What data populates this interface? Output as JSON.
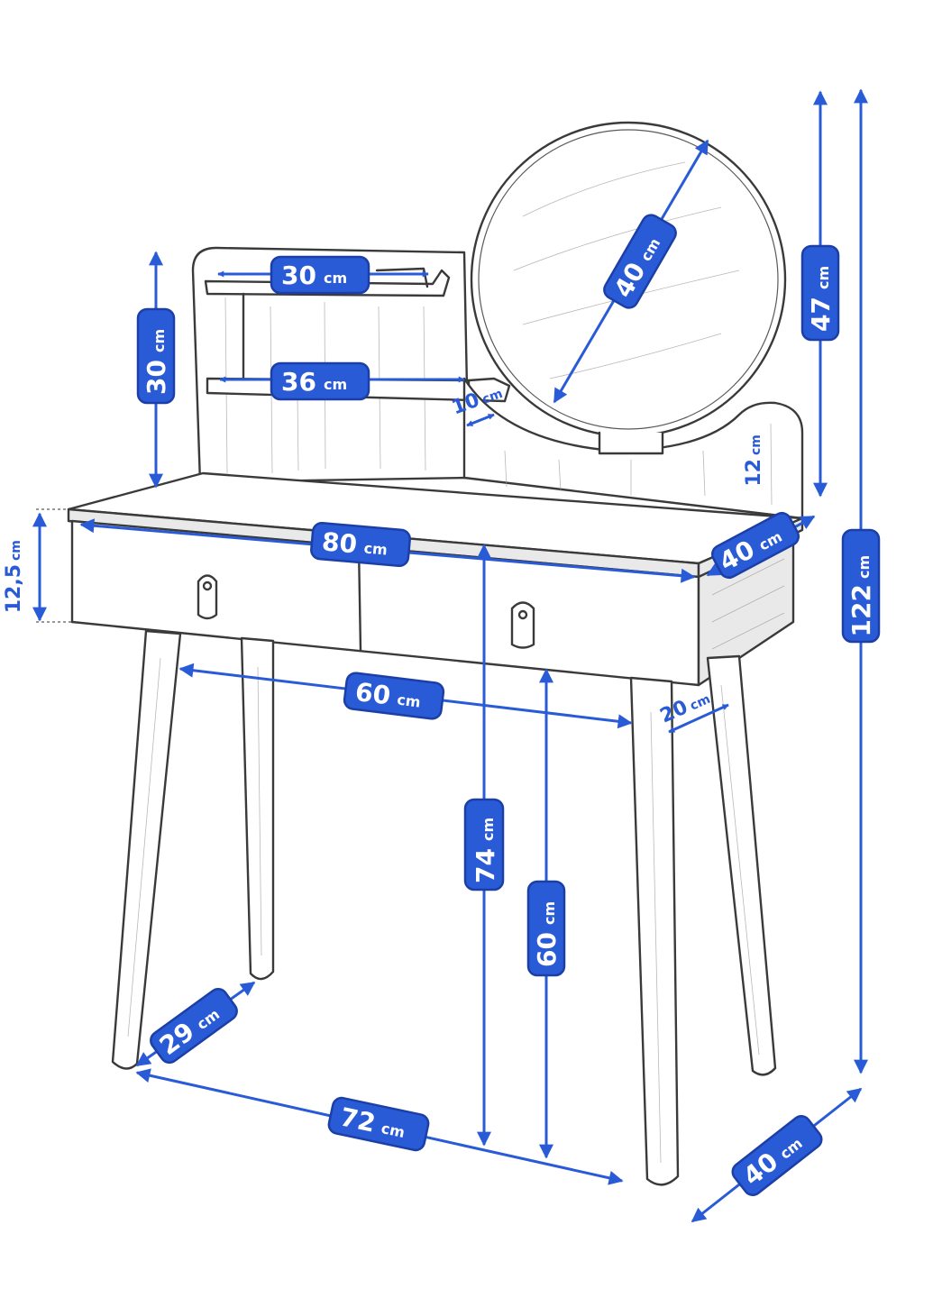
{
  "colors": {
    "accent": "#2a5bd7",
    "accent_dark": "#1b3fa6",
    "outline": "#3a3a3a"
  },
  "unit": "cm",
  "dimensions": {
    "shelf_top_width": "30",
    "shelf_bottom_width": "36",
    "shelf_depth": "10",
    "back_panel_height": "30",
    "mirror_diameter": "40",
    "mirror_height": "47",
    "side_panel_height": "12",
    "total_height": "122",
    "tabletop_width": "80",
    "tabletop_depth": "40",
    "drawer_height": "12,5",
    "leg_span_width": "60",
    "leg_span_depth": "20",
    "table_height": "74",
    "drawer_clearance": "60",
    "foot_depth": "29",
    "foot_width": "72",
    "foot_side_depth": "40"
  }
}
